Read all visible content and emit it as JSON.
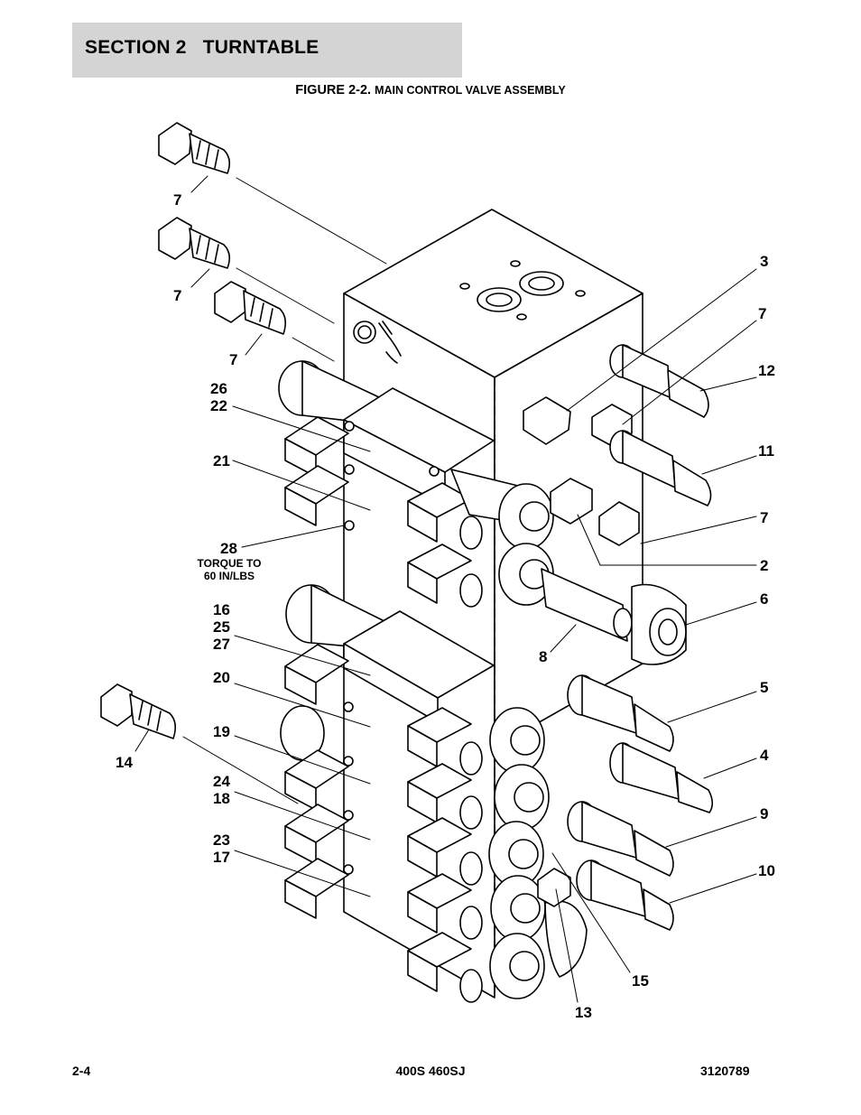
{
  "header": {
    "section": "SECTION 2   TURNTABLE",
    "background": "#d4d4d4"
  },
  "figure": {
    "number": "FIGURE 2-2.",
    "caption": "MAIN CONTROL VALVE ASSEMBLY"
  },
  "callouts": {
    "c_7a": "7",
    "c_7b": "7",
    "c_7c": "7",
    "c_26_22": "26\n22",
    "c_21": "21",
    "c_28": "28",
    "torque_note": "TORQUE TO\n60 IN/LBS",
    "c_16_25_27": "16\n25\n27",
    "c_20": "20",
    "c_19": "19",
    "c_24_18": "24\n18",
    "c_23_17": "23\n17",
    "c_14": "14",
    "c_3": "3",
    "c_7d": "7",
    "c_12": "12",
    "c_11": "11",
    "c_7e": "7",
    "c_2": "2",
    "c_6": "6",
    "c_8": "8",
    "c_5": "5",
    "c_4": "4",
    "c_9": "9",
    "c_10": "10",
    "c_15": "15",
    "c_13": "13"
  },
  "footer": {
    "page": "2-4",
    "model": "400S 460SJ",
    "doc_number": "3120789"
  }
}
